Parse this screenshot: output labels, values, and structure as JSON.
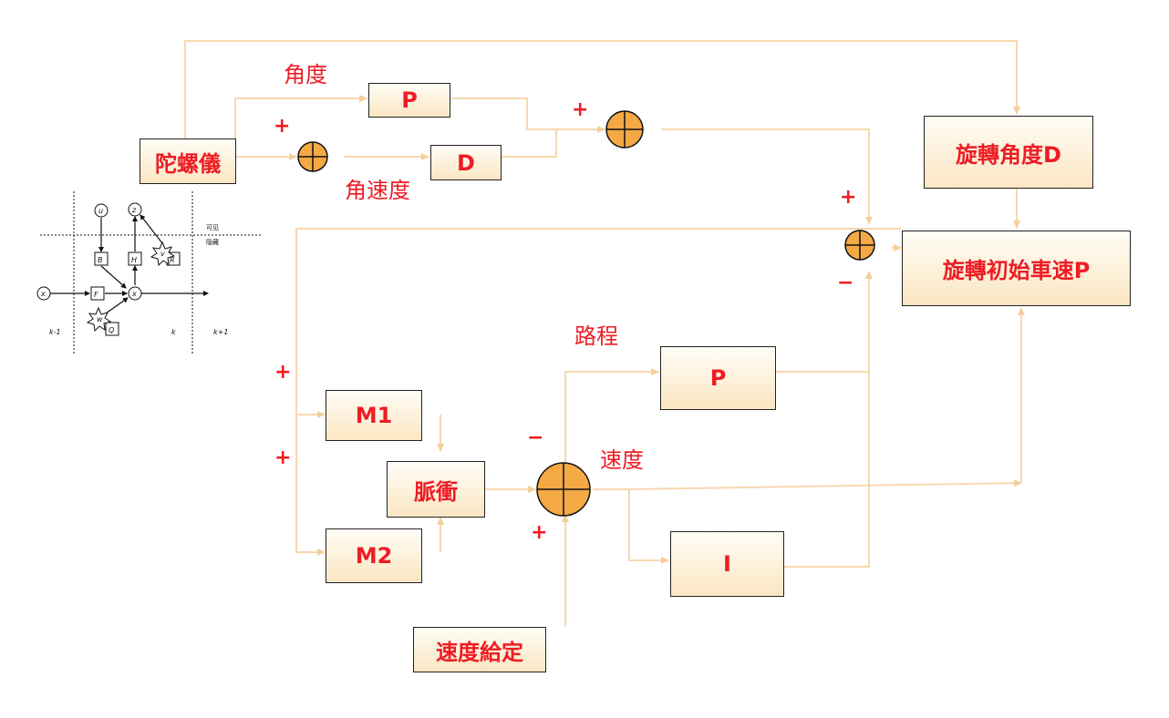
{
  "diagram": {
    "boxes": {
      "gyro": "陀螺儀",
      "p_angle": "P",
      "d_rate": "D",
      "rot_angle_d": "旋轉角度D",
      "rot_speed_p": "旋轉初始車速P",
      "m1": "M1",
      "m2": "M2",
      "pulse": "脈衝",
      "p_dist": "P",
      "i_speed": "I",
      "speed_set": "速度給定"
    },
    "labels": {
      "angle": "角度",
      "angular_rate": "角速度",
      "distance": "路程",
      "speed": "速度"
    },
    "signs": {
      "plus": "+",
      "minus": "−"
    },
    "kalman": {
      "node_u": "u",
      "node_z": "z",
      "node_x_prev": "x",
      "node_x": "x",
      "box_b": "B",
      "box_h": "H",
      "box_f": "F",
      "box_r": "R",
      "box_q": "Q",
      "star_v": "v",
      "star_w": "w",
      "visible": "可见",
      "hidden": "隐藏",
      "k_minus_1": "k-1",
      "k": "k",
      "k_plus_1": "k+1"
    },
    "colors": {
      "text_red": "#ee1c25",
      "line_peach": "#f7d8ae",
      "junction_fill": "#f4a944"
    }
  }
}
